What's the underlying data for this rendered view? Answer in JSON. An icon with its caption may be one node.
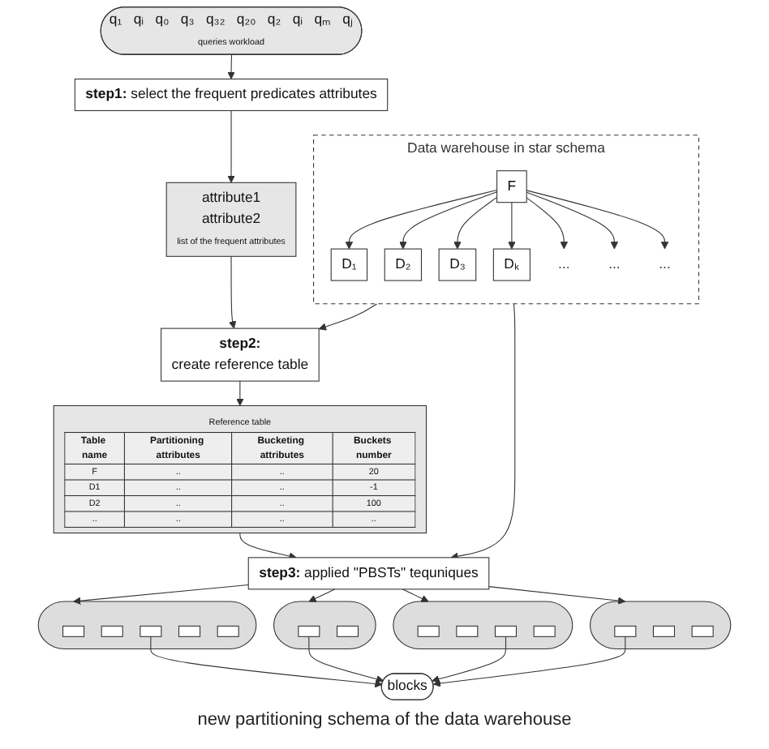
{
  "diagram": {
    "nodes": [
      {
        "text": [
          "q₁",
          "qᵢ",
          "q₀",
          "q₃",
          "q₃₂",
          "q₂₀",
          "q₂",
          "qᵢ",
          "qₘ",
          "qⱼ",
          "queries workload"
        ]
      },
      {
        "text": [
          "**step1:** select the frequent predicates attributes"
        ]
      },
      {
        "text": [
          "attribute1",
          "attribute2",
          "list of the frequent attributes"
        ]
      },
      {
        "text": [
          "Data warehouse in star schema"
        ]
      },
      {
        "text": [
          "D₁"
        ],
        "in": 3
      },
      {
        "text": [
          "D₂"
        ],
        "in": 3
      },
      {
        "text": [
          "D₃"
        ],
        "in": 3
      },
      {
        "text": [
          "F"
        ],
        "in": 3
      },
      {
        "text": [
          "Dₖ"
        ],
        "in": 3
      },
      {
        "text": [
          "..."
        ],
        "in": 3
      },
      {
        "text": [
          "..."
        ],
        "in": 3
      },
      {
        "text": [
          "..."
        ],
        "in": 3
      },
      {
        "text": [
          "step2:",
          "create reference table"
        ]
      },
      {
        "text": [
          "Reference table",
          "Table name",
          "Partitioning attributes",
          "Bucketing attributes",
          "Buckets number",
          "F",
          "..",
          "..",
          "20",
          "D1",
          "..",
          "..",
          "-1",
          "D2",
          "..",
          "..",
          "100",
          "..",
          "..",
          "..",
          ".."
        ]
      },
      {
        "text": [
          "**step3:** applied \"PBSTs\" tequniques"
        ]
      },
      {
        "text": [
          "blocks"
        ]
      },
      {
        "text": [],
        "shape": "cylinder"
      },
      {
        "text": [],
        "shape": "box",
        "in": 16
      },
      {
        "text": [],
        "shape": "box",
        "in": 16
      },
      {
        "text": [],
        "shape": "box",
        "in": 16
      },
      {
        "text": [],
        "shape": "box",
        "in": 16
      },
      {
        "text": [],
        "shape": "box",
        "in": 16
      },
      {
        "text": [],
        "shape": "cylinder"
      },
      {
        "text": [],
        "shape": "box",
        "in": 22
      },
      {
        "text": [],
        "shape": "box",
        "in": 22
      },
      {
        "text": [],
        "shape": "cylinder"
      },
      {
        "text": [],
        "shape": "box",
        "in": 25
      },
      {
        "text": [],
        "shape": "box",
        "in": 25
      },
      {
        "text": [],
        "shape": "box",
        "in": 25
      },
      {
        "text": [],
        "shape": "box",
        "in": 25
      },
      {
        "text": [],
        "shape": "cylinder"
      },
      {
        "text": [],
        "shape": "box",
        "in": 30
      },
      {
        "text": [],
        "shape": "box",
        "in": 30
      },
      {
        "text": [],
        "shape": "box",
        "in": 30
      }
    ],
    "edges": [
      {
        "from": 0,
        "to": 1,
        "arrow": "to"
      },
      {
        "from": 1,
        "to": 2,
        "arrow": "to"
      },
      {
        "from": 2,
        "to": 12,
        "arrow": "to"
      },
      {
        "from": 3,
        "to": 12,
        "arrow": "to"
      },
      {
        "from": 12,
        "to": 13,
        "arrow": "to"
      },
      {
        "from": 13,
        "to": 14,
        "arrow": "to"
      },
      {
        "from": 3,
        "to": 14,
        "arrow": "to"
      },
      {
        "from": 7,
        "to": 4,
        "arrow": "to"
      },
      {
        "from": 7,
        "to": 5,
        "arrow": "to"
      },
      {
        "from": 7,
        "to": 6,
        "arrow": "to"
      },
      {
        "from": 7,
        "to": 8,
        "arrow": "to"
      },
      {
        "from": 7,
        "to": 9,
        "arrow": "to"
      },
      {
        "from": 7,
        "to": 10,
        "arrow": "to"
      },
      {
        "from": 7,
        "to": 11,
        "arrow": "to"
      },
      {
        "from": 14,
        "to": 16,
        "arrow": "to"
      },
      {
        "from": 14,
        "to": 22,
        "arrow": "to"
      },
      {
        "from": 14,
        "to": 25,
        "arrow": "to"
      },
      {
        "from": 14,
        "to": 30,
        "arrow": "to"
      },
      {
        "from": 19,
        "to": 15,
        "arrow": "to"
      },
      {
        "from": 23,
        "to": 15,
        "arrow": "to"
      },
      {
        "from": 28,
        "to": 15,
        "arrow": "to"
      },
      {
        "from": 31,
        "to": 15,
        "arrow": "to"
      }
    ],
    "labels": [
      "new partitioning schema of the data warehouse"
    ]
  }
}
